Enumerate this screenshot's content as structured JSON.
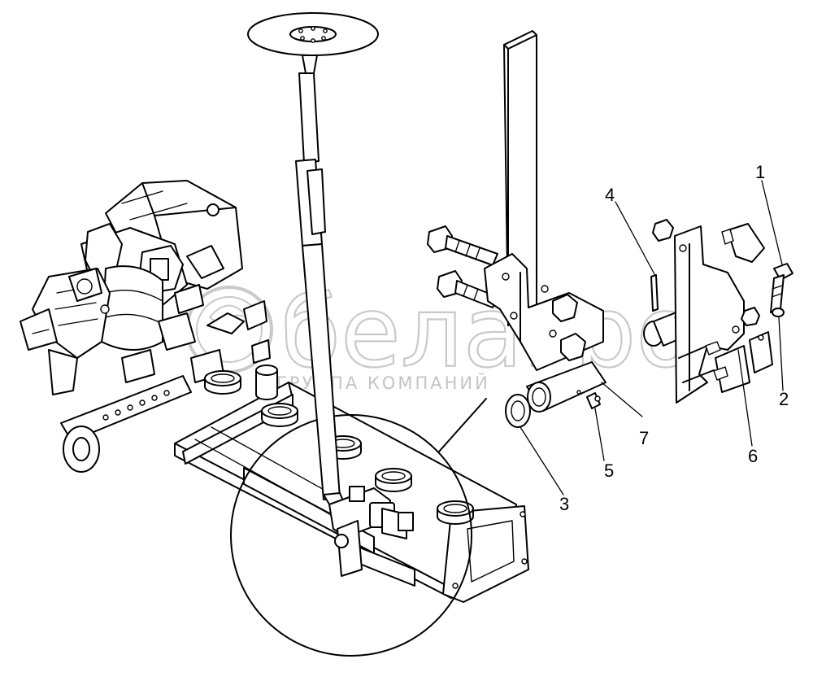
{
  "watermark": {
    "brand": "белагро",
    "tagline": "ГРУППА КОМПАНИЙ"
  },
  "callouts": [
    {
      "id": "1",
      "label": "1"
    },
    {
      "id": "2",
      "label": "2"
    },
    {
      "id": "3",
      "label": "3"
    },
    {
      "id": "4",
      "label": "4"
    },
    {
      "id": "5",
      "label": "5"
    },
    {
      "id": "6",
      "label": "6"
    },
    {
      "id": "7",
      "label": "7"
    }
  ]
}
